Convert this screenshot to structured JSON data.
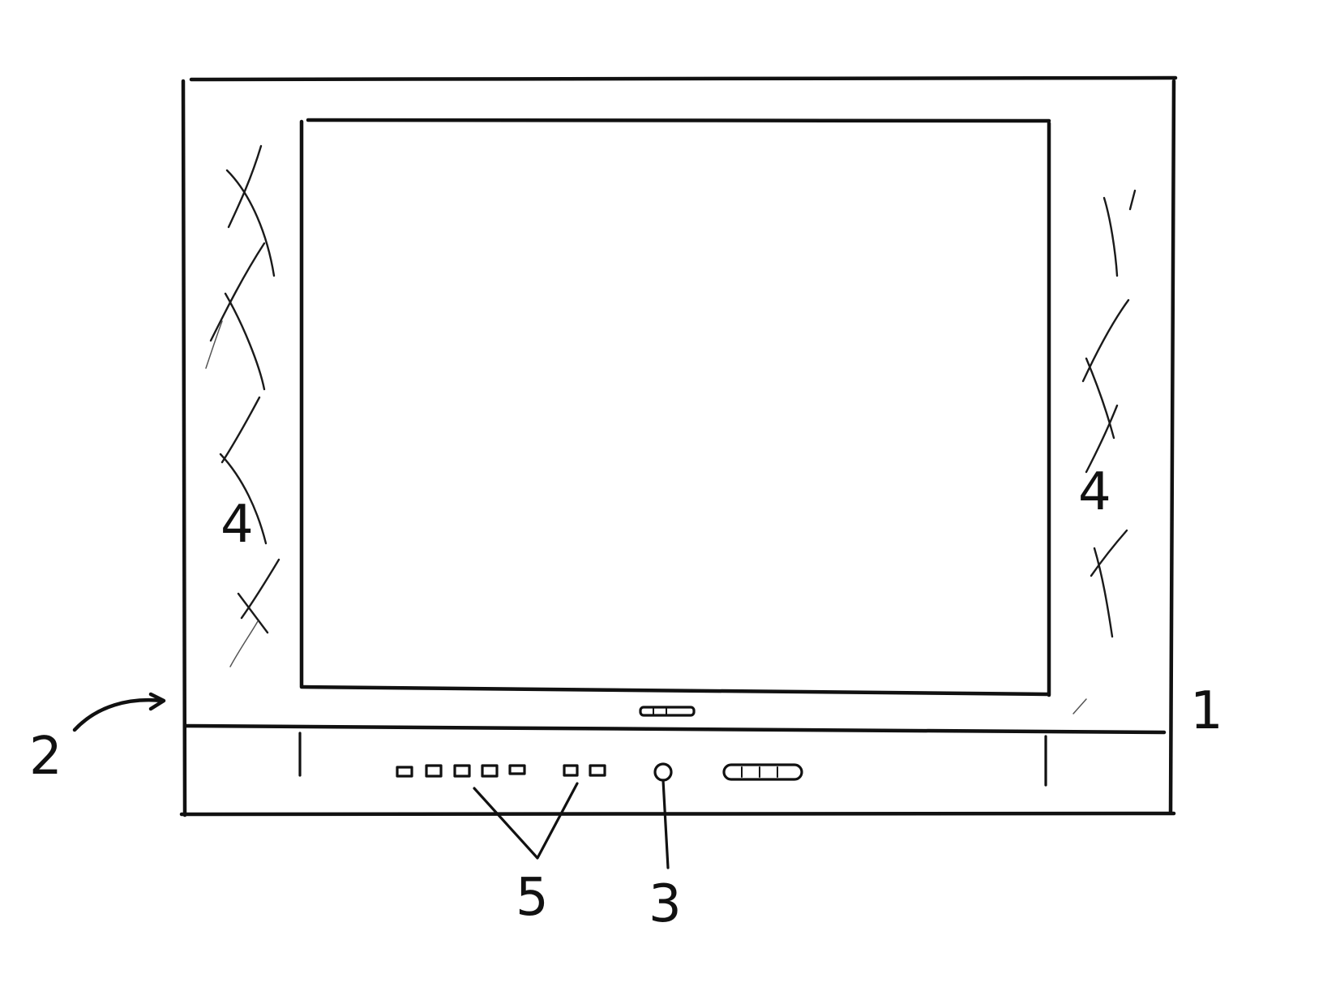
{
  "figure": {
    "labels": {
      "housing": "1",
      "frame": "2",
      "control": "3",
      "speaker_left": "4",
      "speaker_right": "4",
      "buttons": "5"
    },
    "ink_color": "#111111",
    "paper_color": "#ffffff"
  }
}
